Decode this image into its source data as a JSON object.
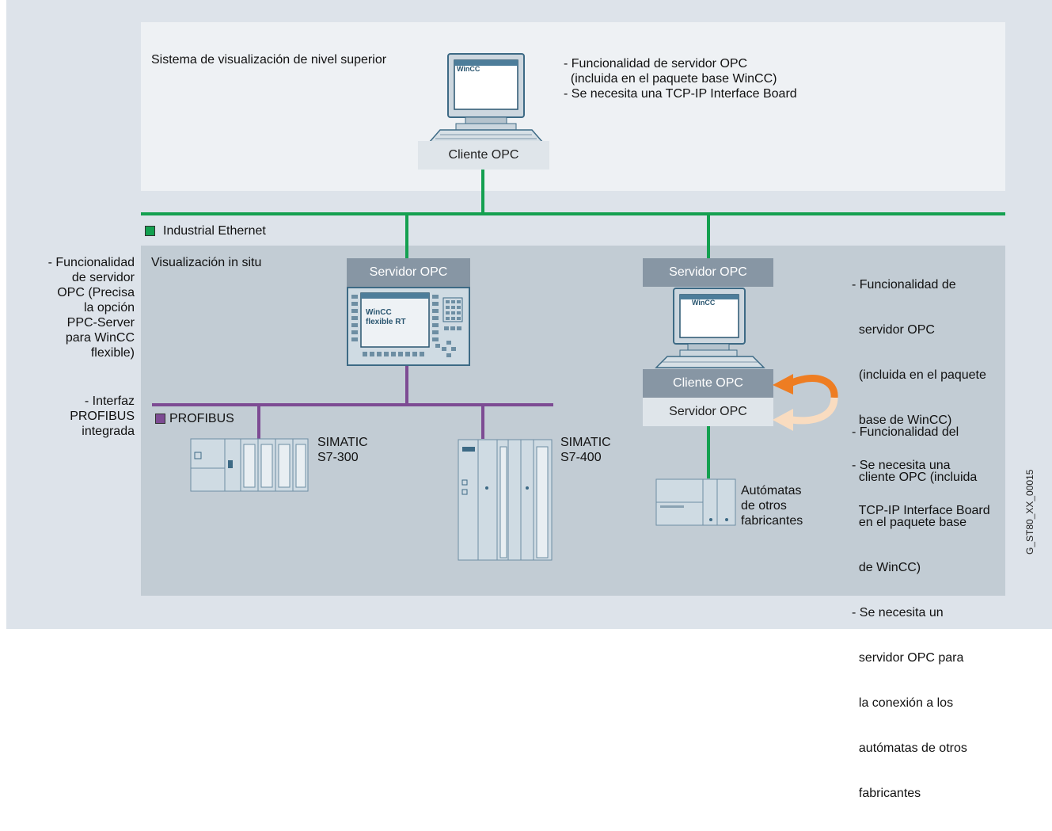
{
  "top_system": {
    "title": "Sistema de visualización de nivel superior",
    "pc_screen_label": "WinCC",
    "notes": [
      "- Funcionalidad de servidor OPC",
      "  (incluida en el paquete base WinCC)",
      "- Se necesita una TCP-IP Interface Board"
    ],
    "client_label": "Cliente OPC"
  },
  "ethernet": {
    "label": "Industrial Ethernet",
    "color": "#14a050"
  },
  "site": {
    "title": "Visualización in situ",
    "panel": {
      "server_label": "Servidor OPC",
      "screen_line1": "WinCC",
      "screen_line2": "flexible RT"
    },
    "pc": {
      "server_label": "Servidor OPC",
      "screen_label": "WinCC",
      "client_label": "Cliente OPC",
      "server2_label": "Servidor OPC"
    }
  },
  "left_notes": {
    "opc": [
      "- Funcionalidad",
      "de servidor",
      "OPC (Precisa",
      "la opción",
      "PPC-Server",
      "para WinCC",
      "flexible)"
    ],
    "profibus": [
      "- Interfaz",
      "PROFIBUS",
      "integrada"
    ]
  },
  "profibus": {
    "label": "PROFIBUS",
    "color": "#7d4b93"
  },
  "plcs": {
    "s7_300": [
      "SIMATIC",
      "S7-300"
    ],
    "s7_400": [
      "SIMATIC",
      "S7-400"
    ],
    "others": [
      "Autómatas",
      "de otros",
      "fabricantes"
    ]
  },
  "right_notes": {
    "server": [
      "- Funcionalidad de",
      "  servidor OPC",
      "  (incluida en el paquete",
      "  base de WinCC)",
      "- Se necesita una",
      "  TCP-IP Interface Board"
    ],
    "client": [
      "- Funcionalidad del",
      "  cliente OPC (incluida",
      "  en el paquete base",
      "  de WinCC)",
      "- Se necesita un",
      "  servidor OPC para",
      "  la conexión a los",
      "  autómatas de otros",
      "  fabricantes"
    ]
  },
  "figure_id": "G_ST80_XX_00015",
  "colors": {
    "arrow_orange": "#ee7d22",
    "arrow_light": "#f9dcc0",
    "server_box": "#8796a4"
  }
}
